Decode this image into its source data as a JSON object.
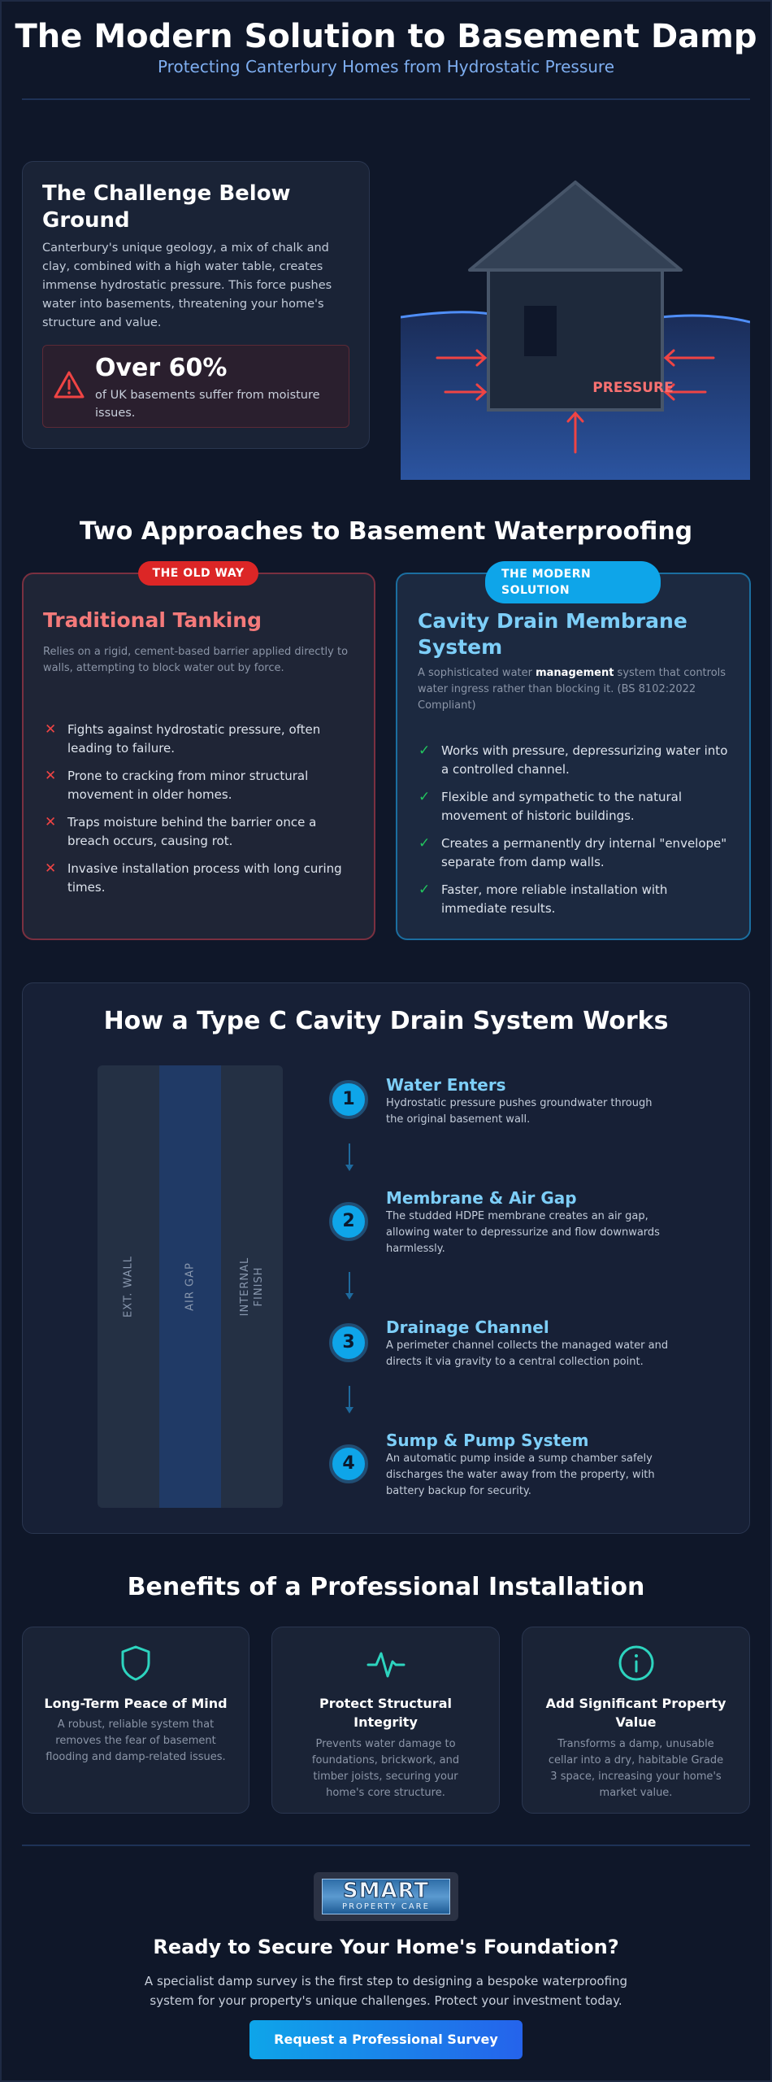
{
  "header": {
    "title": "The Modern Solution to Basement Damp",
    "subtitle": "Protecting Canterbury Homes from Hydrostatic Pressure"
  },
  "challenge": {
    "title": "The Challenge Below Ground",
    "text": "Canterbury's unique geology, a mix of chalk and clay, combined with a high water table, creates immense hydrostatic pressure. This force pushes water into basements, threatening your home's structure and value.",
    "stat_value": "Over 60%",
    "stat_text": "of UK basements suffer from moisture issues.",
    "illustration_label": "PRESSURE"
  },
  "approaches": {
    "title": "Two Approaches to Basement Waterproofing",
    "old": {
      "badge": "THE OLD WAY",
      "title": "Traditional Tanking",
      "desc": "Relies on a rigid, cement-based barrier applied directly to walls, attempting to block water out by force.",
      "points": [
        "Fights against hydrostatic pressure, often leading to failure.",
        "Prone to cracking from minor structural movement in older homes.",
        "Traps moisture behind the barrier once a breach occurs, causing rot.",
        "Invasive installation process with long curing times."
      ]
    },
    "new": {
      "badge": "THE MODERN SOLUTION",
      "title": "Cavity Drain Membrane System",
      "desc_before": "A sophisticated water ",
      "desc_bold": "management",
      "desc_after": " system that controls water ingress rather than blocking it. (BS 8102:2022 Compliant)",
      "points": [
        "Works with pressure, depressurizing water into a controlled channel.",
        "Flexible and sympathetic to the natural movement of historic buildings.",
        "Creates a permanently dry internal \"envelope\" separate from damp walls.",
        "Faster, more reliable installation with immediate results."
      ]
    }
  },
  "how": {
    "title": "How a Type C Cavity Drain System Works",
    "layers": [
      "EXT. WALL",
      "AIR GAP",
      "INTERNAL FINISH"
    ],
    "steps": [
      {
        "num": "1",
        "title": "Water Enters",
        "text": "Hydrostatic pressure pushes groundwater through the original basement wall."
      },
      {
        "num": "2",
        "title": "Membrane & Air Gap",
        "text": "The studded HDPE membrane creates an air gap, allowing water to depressurize and flow downwards harmlessly."
      },
      {
        "num": "3",
        "title": "Drainage Channel",
        "text": "A perimeter channel collects the managed water and directs it via gravity to a central collection point."
      },
      {
        "num": "4",
        "title": "Sump & Pump System",
        "text": "An automatic pump inside a sump chamber safely discharges the water away from the property, with battery backup for security."
      }
    ]
  },
  "benefits": {
    "title": "Benefits of a Professional Installation",
    "items": [
      {
        "icon": "shield-icon",
        "title": "Long-Term Peace of Mind",
        "text": "A robust, reliable system that removes the fear of basement flooding and damp-related issues."
      },
      {
        "icon": "pulse-icon",
        "title": "Protect Structural Integrity",
        "text": "Prevents water damage to foundations, brickwork, and timber joists, securing your home's core structure."
      },
      {
        "icon": "info-icon",
        "title": "Add Significant Property Value",
        "text": "Transforms a damp, unusable cellar into a dry, habitable Grade 3 space, increasing your home's market value."
      }
    ]
  },
  "footer": {
    "logo_main": "SMART",
    "logo_sub": "PROPERTY CARE",
    "cta_title": "Ready to Secure Your Home's Foundation?",
    "cta_text": "A specialist damp survey is the first step to designing a bespoke waterproofing system for your property's unique challenges. Protect your investment today.",
    "cta_button": "Request a Professional Survey"
  },
  "colors": {
    "background": "#0f1729",
    "accent_blue": "#0ea5e9",
    "danger": "#ef4444",
    "success": "#22c55e",
    "teal_icon": "#2dd4bf"
  }
}
